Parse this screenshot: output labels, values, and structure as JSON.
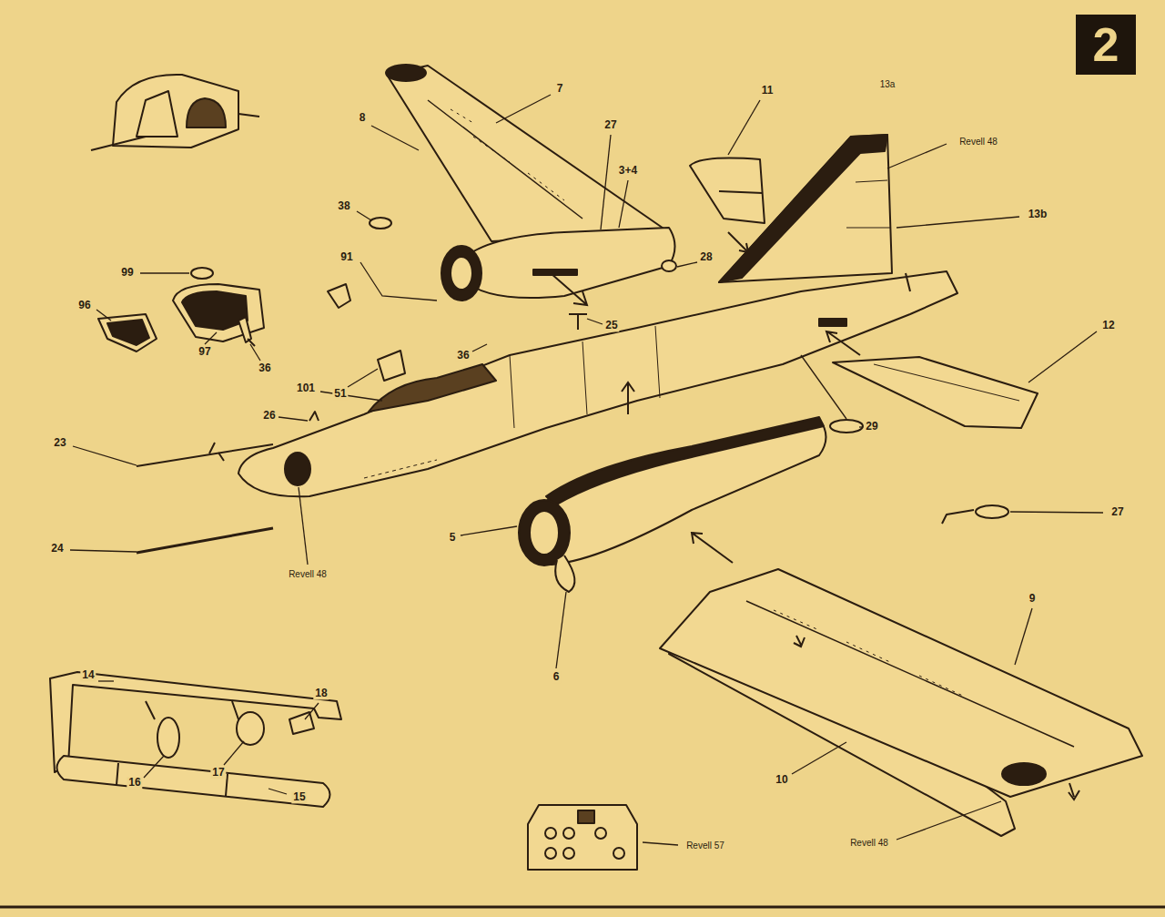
{
  "diagram": {
    "nodes": [
      {
        "text": [
          "2"
        ]
      }
    ],
    "labels": [
      "7",
      "13a",
      "11",
      "8",
      "27",
      "Revell 48",
      "3+4",
      "38",
      "13b",
      "91",
      "28",
      "99",
      "96",
      "25",
      "12",
      "97",
      "36",
      "36",
      "101",
      "51",
      "26",
      "29",
      "23",
      "27",
      "5",
      "24",
      "Revell 48",
      "9",
      "14",
      "6",
      "18",
      "17",
      "10",
      "16",
      "15",
      "Revell 48",
      "Revell 57"
    ]
  }
}
